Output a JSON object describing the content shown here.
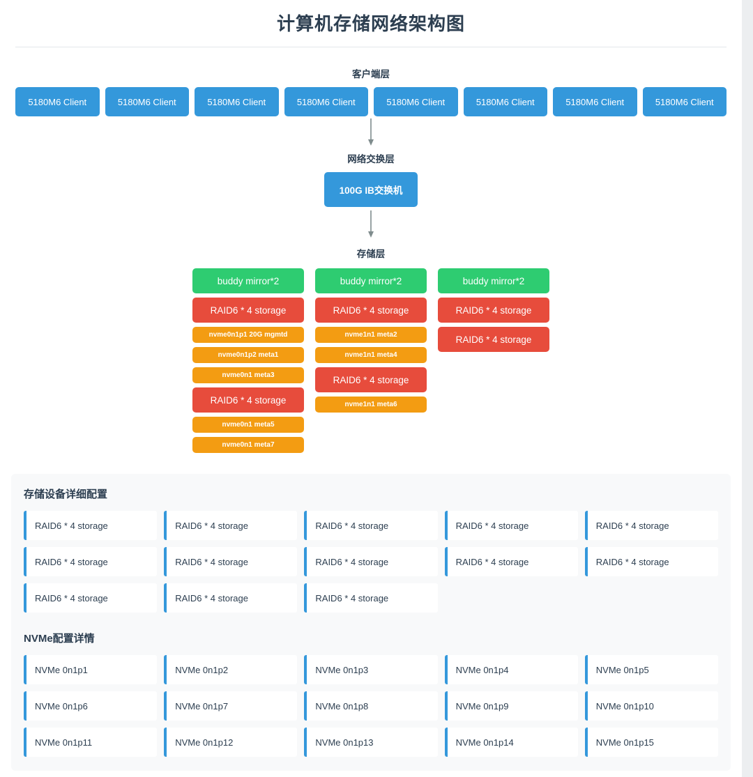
{
  "page": {
    "title": "计算机存储网络架构图",
    "accent_blue": "#3498db",
    "accent_green": "#2ecc71",
    "accent_red": "#e74c3c",
    "accent_orange": "#f39c12",
    "title_color": "#2c3e50",
    "card_background": "#f8f9fa"
  },
  "client_layer": {
    "label": "客户端层",
    "nodes": [
      {
        "label": "5180M6 Client"
      },
      {
        "label": "5180M6 Client"
      },
      {
        "label": "5180M6 Client"
      },
      {
        "label": "5180M6 Client"
      },
      {
        "label": "5180M6 Client"
      },
      {
        "label": "5180M6 Client"
      },
      {
        "label": "5180M6 Client"
      },
      {
        "label": "5180M6 Client"
      }
    ]
  },
  "switch_layer": {
    "label": "网络交换层",
    "node": {
      "label": "100G IB交换机"
    }
  },
  "storage_layer": {
    "label": "存储层",
    "columns": [
      {
        "nodes": [
          {
            "type": "buddy",
            "label": "buddy mirror*2"
          },
          {
            "type": "raid",
            "label": "RAID6 * 4 storage"
          },
          {
            "type": "nvme",
            "label": "nvme0n1p1 20G mgmtd"
          },
          {
            "type": "nvme",
            "label": "nvme0n1p2 meta1"
          },
          {
            "type": "nvme",
            "label": "nvme0n1 meta3"
          },
          {
            "type": "raid",
            "label": "RAID6 * 4 storage"
          },
          {
            "type": "nvme",
            "label": "nvme0n1 meta5"
          },
          {
            "type": "nvme",
            "label": "nvme0n1 meta7"
          }
        ]
      },
      {
        "nodes": [
          {
            "type": "buddy",
            "label": "buddy mirror*2"
          },
          {
            "type": "raid",
            "label": "RAID6 * 4 storage"
          },
          {
            "type": "nvme",
            "label": "nvme1n1 meta2"
          },
          {
            "type": "nvme",
            "label": "nvme1n1 meta4"
          },
          {
            "type": "raid",
            "label": "RAID6 * 4 storage"
          },
          {
            "type": "nvme",
            "label": "nvme1n1 meta6"
          }
        ]
      },
      {
        "nodes": [
          {
            "type": "buddy",
            "label": "buddy mirror*2"
          },
          {
            "type": "raid",
            "label": "RAID6 * 4 storage"
          },
          {
            "type": "raid",
            "label": "RAID6 * 4 storage"
          }
        ]
      }
    ]
  },
  "storage_detail_card": {
    "title": "存储设备详细配置",
    "items": [
      "RAID6 * 4 storage",
      "RAID6 * 4 storage",
      "RAID6 * 4 storage",
      "RAID6 * 4 storage",
      "RAID6 * 4 storage",
      "RAID6 * 4 storage",
      "RAID6 * 4 storage",
      "RAID6 * 4 storage",
      "RAID6 * 4 storage",
      "RAID6 * 4 storage",
      "RAID6 * 4 storage",
      "RAID6 * 4 storage",
      "RAID6 * 4 storage"
    ]
  },
  "nvme_detail_card": {
    "title": "NVMe配置详情",
    "items": [
      "NVMe 0n1p1",
      "NVMe 0n1p2",
      "NVMe 0n1p3",
      "NVMe 0n1p4",
      "NVMe 0n1p5",
      "NVMe 0n1p6",
      "NVMe 0n1p7",
      "NVMe 0n1p8",
      "NVMe 0n1p9",
      "NVMe 0n1p10",
      "NVMe 0n1p11",
      "NVMe 0n1p12",
      "NVMe 0n1p13",
      "NVMe 0n1p14",
      "NVMe 0n1p15"
    ]
  }
}
